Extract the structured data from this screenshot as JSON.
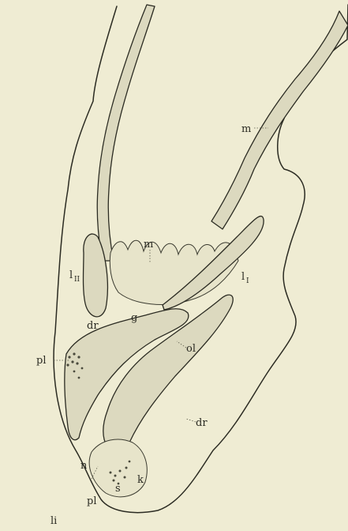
{
  "labels": {
    "m_top": "m",
    "m_mid": "m",
    "l_I": "l",
    "l_I_sub": "I",
    "l_II": "l",
    "l_II_sub": "II",
    "dr_left": "dr",
    "dr_right": "dr",
    "g": "g",
    "ol": "ol",
    "pl_upper": "pl",
    "pl_lower": "pl",
    "n": "n",
    "k": "k",
    "s": "s",
    "li": "li"
  },
  "colors": {
    "paper": "#efecd3",
    "ink": "#2b2b22",
    "tissue": "#dcd9bf"
  }
}
